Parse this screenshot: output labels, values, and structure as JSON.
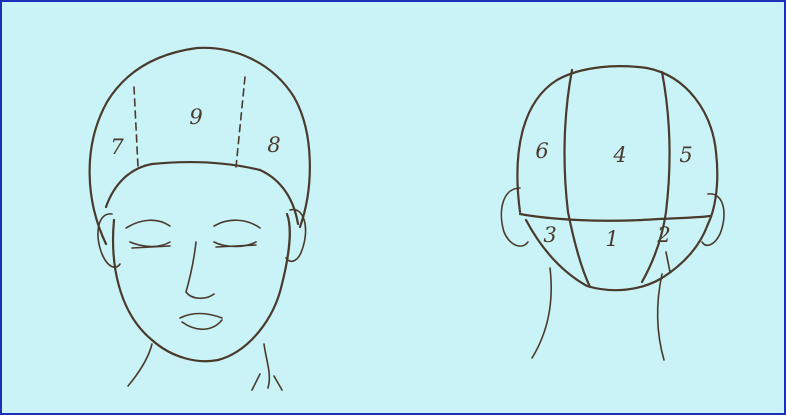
{
  "colors": {
    "background": "#c9f3f6",
    "border": "#1c2fb8",
    "ink": "#4a3a2c"
  },
  "front_view": {
    "sections": [
      {
        "label": "9"
      },
      {
        "label": "7"
      },
      {
        "label": "8"
      }
    ]
  },
  "back_view": {
    "sections": [
      {
        "label": "4"
      },
      {
        "label": "6"
      },
      {
        "label": "5"
      },
      {
        "label": "1"
      },
      {
        "label": "3"
      },
      {
        "label": "2"
      }
    ]
  }
}
